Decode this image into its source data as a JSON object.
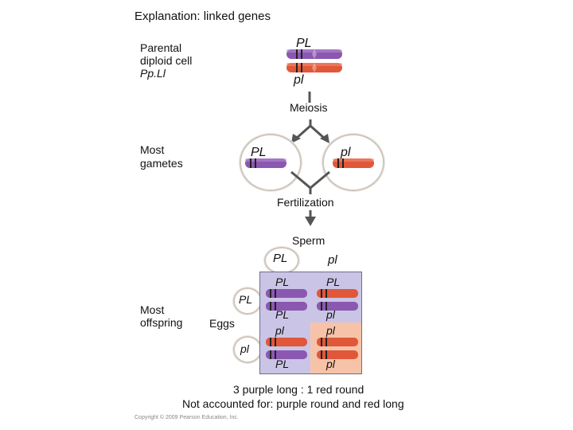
{
  "title": "Explanation: linked genes",
  "parental": {
    "label_line1": "Parental",
    "label_line2": "diploid cell",
    "genotype": "Pp.Ll",
    "top_allele": "PL",
    "bottom_allele": "pl"
  },
  "steps": {
    "meiosis": "Meiosis",
    "fertilization": "Fertilization"
  },
  "gametes": {
    "label_line1": "Most",
    "label_line2": "gametes",
    "left": "PL",
    "right": "pl"
  },
  "offspring": {
    "label_line1": "Most",
    "label_line2": "offspring"
  },
  "punnett": {
    "sperm_label": "Sperm",
    "eggs_label": "Eggs",
    "sperm": [
      "PL",
      "pl"
    ],
    "eggs": [
      "PL",
      "pl"
    ],
    "cells": [
      {
        "top": "PL",
        "bottom": "PL"
      },
      {
        "top": "PL",
        "bottom": "pl"
      },
      {
        "top": "pl",
        "bottom": "PL"
      },
      {
        "top": "pl",
        "bottom": "pl"
      }
    ]
  },
  "result": {
    "line1": "3 purple long : 1 red round",
    "line2": "Not accounted for: purple round and red long"
  },
  "copyright": "Copyright © 2009 Pearson Education, Inc.",
  "colors": {
    "purple": "#8a58b0",
    "red": "#e0573a",
    "cell_purple": "#cac5e6",
    "cell_red": "#f7c3a8",
    "circle_border": "#cfc6bd"
  }
}
